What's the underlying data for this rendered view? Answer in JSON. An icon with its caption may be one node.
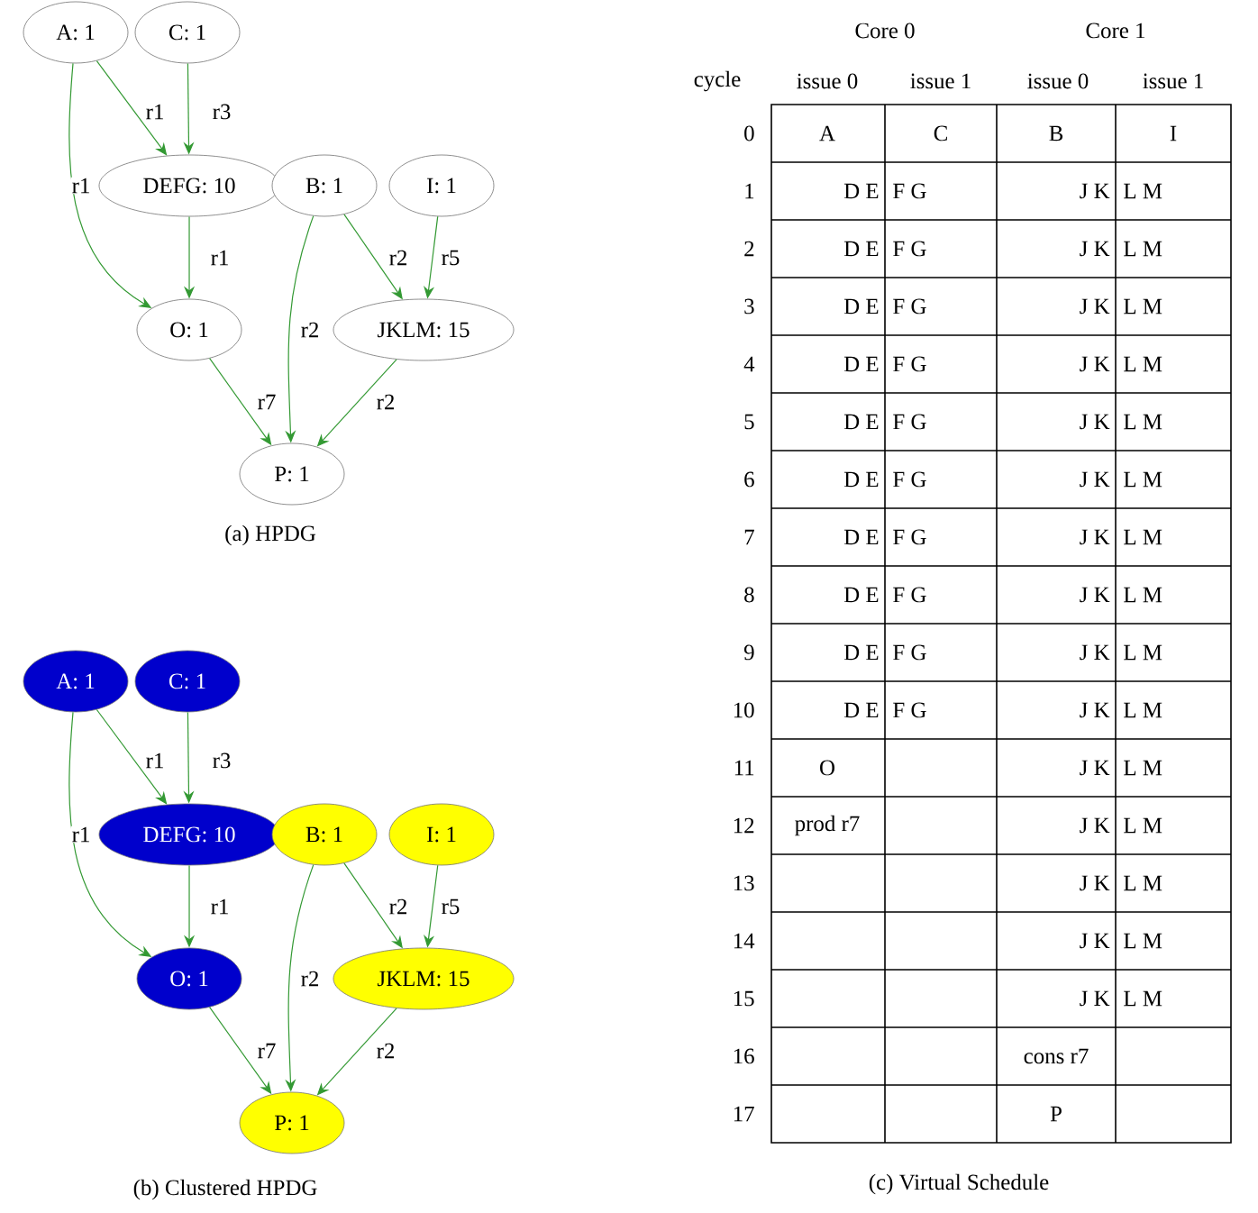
{
  "diagram": {
    "nodes": [
      {
        "text": [
          "A: 1"
        ]
      },
      {
        "text": [
          "C: 1"
        ]
      },
      {
        "text": [
          "DEFG: 10"
        ]
      },
      {
        "text": [
          "B: 1"
        ]
      },
      {
        "text": [
          "I: 1"
        ]
      },
      {
        "text": [
          "O: 1"
        ]
      },
      {
        "text": [
          "JKLM: 15"
        ]
      },
      {
        "text": [
          "P: 1"
        ]
      },
      {
        "text": [
          "A: 1"
        ]
      },
      {
        "text": [
          "C: 1"
        ]
      },
      {
        "text": [
          "DEFG: 10"
        ]
      },
      {
        "text": [
          "B: 1"
        ]
      },
      {
        "text": [
          "I: 1"
        ]
      },
      {
        "text": [
          "O: 1"
        ]
      },
      {
        "text": [
          "JKLM: 15"
        ]
      },
      {
        "text": [
          "P: 1"
        ]
      }
    ],
    "edges": [
      {
        "from": 0,
        "to": 2,
        "arrow": "to",
        "label": "r1"
      },
      {
        "from": 1,
        "to": 2,
        "arrow": "to",
        "label": "r3"
      },
      {
        "from": 0,
        "to": 5,
        "arrow": "to",
        "label": "r1"
      },
      {
        "from": 2,
        "to": 5,
        "arrow": "to",
        "label": "r1"
      },
      {
        "from": 3,
        "to": 6,
        "arrow": "to",
        "label": "r2"
      },
      {
        "from": 4,
        "to": 6,
        "arrow": "to",
        "label": "r5"
      },
      {
        "from": 3,
        "to": 7,
        "arrow": "to",
        "label": "r2"
      },
      {
        "from": 5,
        "to": 7,
        "arrow": "to",
        "label": "r7"
      },
      {
        "from": 6,
        "to": 7,
        "arrow": "to",
        "label": "r2"
      },
      {
        "from": 8,
        "to": 10,
        "arrow": "to",
        "label": "r1"
      },
      {
        "from": 9,
        "to": 10,
        "arrow": "to",
        "label": "r3"
      },
      {
        "from": 8,
        "to": 13,
        "arrow": "to",
        "label": "r1"
      },
      {
        "from": 10,
        "to": 13,
        "arrow": "to",
        "label": "r1"
      },
      {
        "from": 11,
        "to": 14,
        "arrow": "to",
        "label": "r2"
      },
      {
        "from": 12,
        "to": 14,
        "arrow": "to",
        "label": "r5"
      },
      {
        "from": 11,
        "to": 15,
        "arrow": "to",
        "label": "r2"
      },
      {
        "from": 13,
        "to": 15,
        "arrow": "to",
        "label": "r7"
      },
      {
        "from": 14,
        "to": 15,
        "arrow": "to",
        "label": "r2"
      }
    ],
    "labels": [
      "(a) HPDG",
      "(b) Clustered HPDG",
      "Core 0",
      "Core 1",
      "cycle",
      "issue 0",
      "issue 1",
      "issue 0",
      "issue 1",
      "0",
      "A",
      "C",
      "B",
      "I",
      "1",
      "D E",
      "F G",
      "J K",
      "L M",
      "2",
      "D E",
      "F G",
      "J K",
      "L M",
      "3",
      "D E",
      "F G",
      "J K",
      "L M",
      "4",
      "D E",
      "F G",
      "J K",
      "L M",
      "5",
      "D E",
      "F G",
      "J K",
      "L M",
      "6",
      "D E",
      "F G",
      "J K",
      "L M",
      "7",
      "D E",
      "F G",
      "J K",
      "L M",
      "8",
      "D E",
      "F G",
      "J K",
      "L M",
      "9",
      "D E",
      "F G",
      "J K",
      "L M",
      "10",
      "D E",
      "F G",
      "J K",
      "L M",
      "11",
      "O",
      "J K",
      "L M",
      "12",
      "prod r7",
      "J K",
      "L M",
      "13",
      "J K",
      "L M",
      "14",
      "J K",
      "L M",
      "15",
      "J K",
      "L M",
      "16",
      "cons r7",
      "17",
      "P",
      "(c) Virtual Schedule"
    ]
  }
}
